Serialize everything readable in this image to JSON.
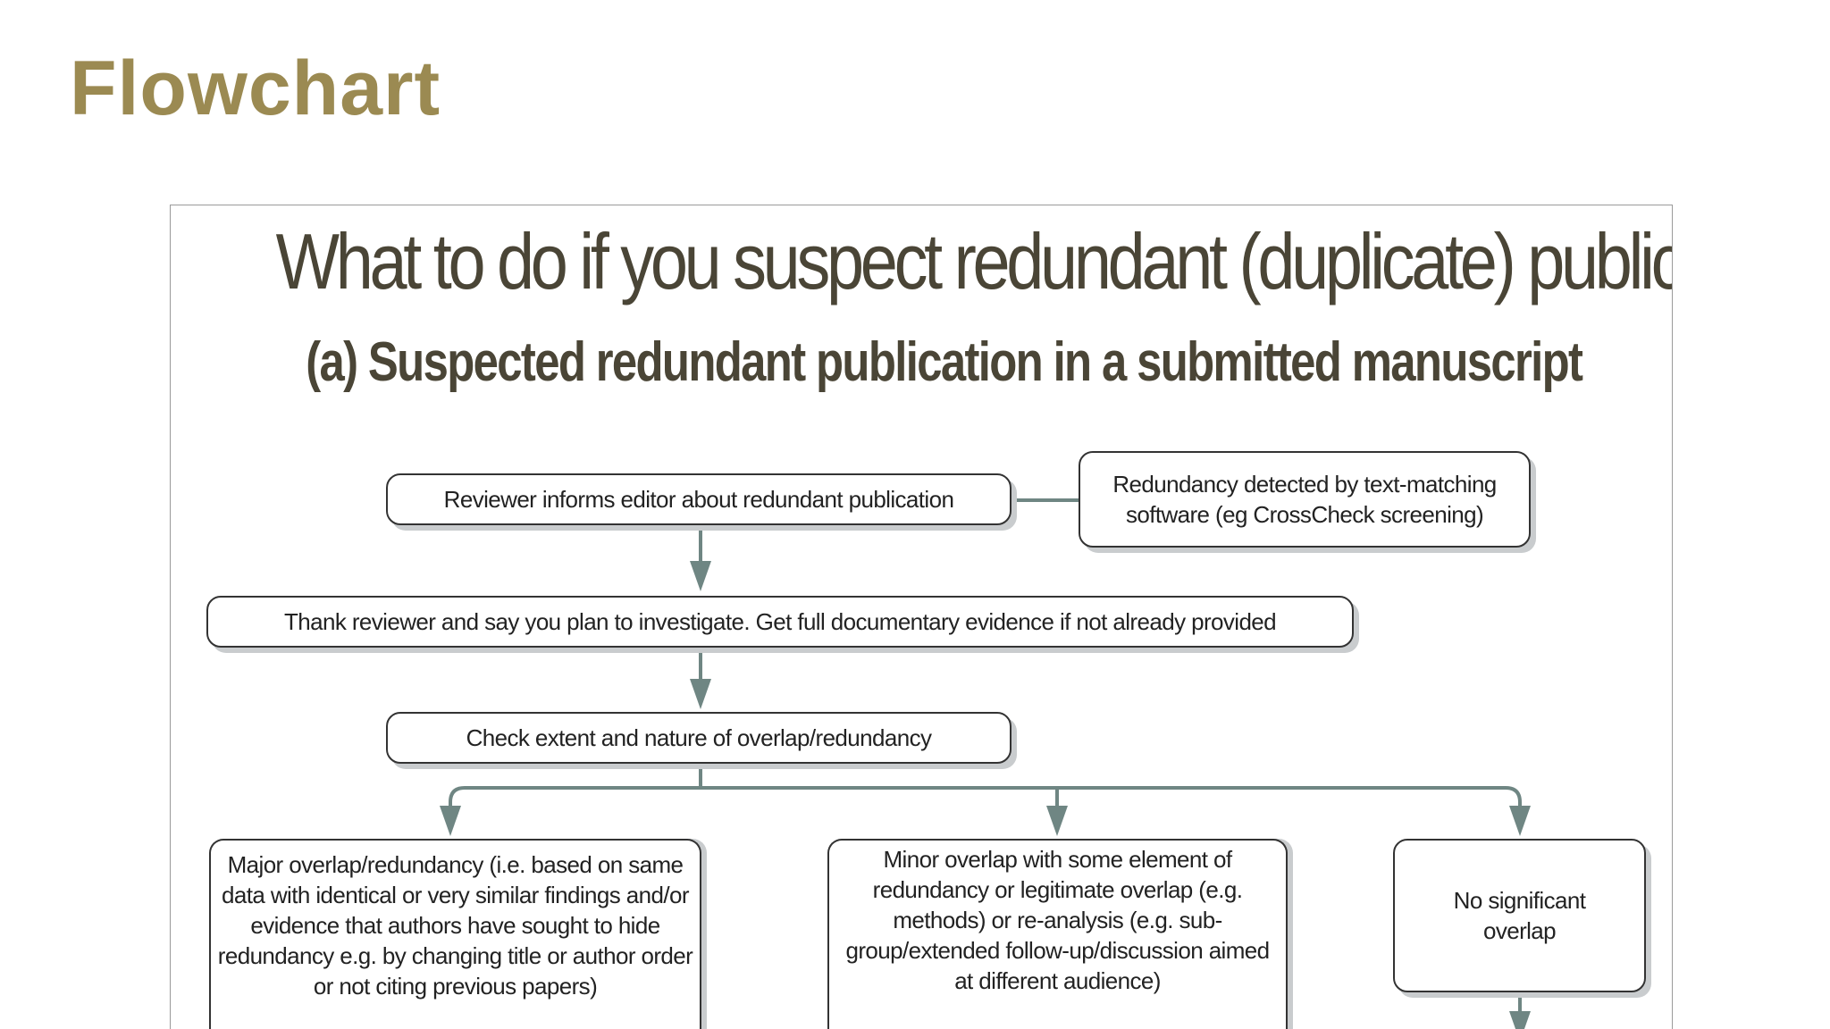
{
  "slide": {
    "title": "Flowchart"
  },
  "figure": {
    "title": "What to do if you suspect redundant (duplicate) publication",
    "subtitle": "(a) Suspected redundant publication in a submitted manuscript",
    "nodes": {
      "reviewer": "Reviewer informs editor about redundant publication",
      "software": "Redundancy detected by text-matching software (eg CrossCheck screening)",
      "thank": "Thank reviewer and say you plan to investigate. Get full documentary evidence if not already provided",
      "check": "Check extent and nature of overlap/redundancy",
      "major": "Major overlap/redundancy (i.e. based on same data with identical or very similar findings and/or evidence that authors have sought to hide redundancy e.g. by changing title or author order or not citing previous papers)",
      "minor": "Minor overlap with some element of redundancy or legitimate overlap (e.g. methods) or re-analysis (e.g. sub-group/extended follow-up/discussion aimed at different audience)",
      "none": "No significant overlap"
    },
    "colors": {
      "connector": "#6f8683",
      "title": "#9b8a52",
      "box_border": "#333333",
      "box_shadow": "#c9ccce"
    }
  }
}
